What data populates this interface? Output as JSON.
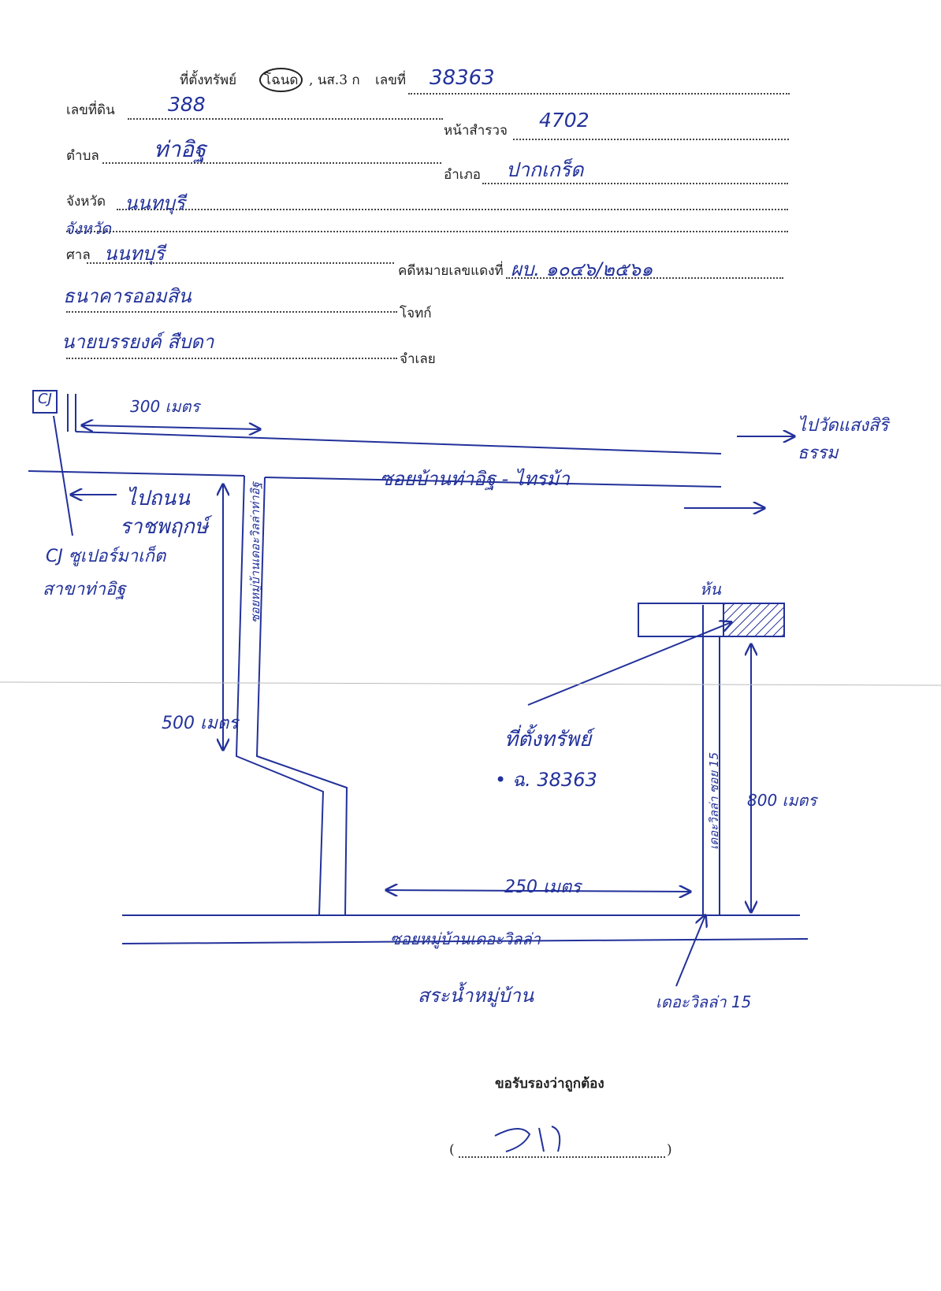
{
  "form": {
    "header_location": "ที่ตั้งทรัพย์",
    "header_deed": "โฉนด",
    "header_ns3k": ", นส.3 ก",
    "header_no": "เลขที่",
    "deed_number": "38363",
    "land_no_label": "เลขที่ดิน",
    "land_no": "388",
    "survey_page_label": "หน้าสำรวจ",
    "survey_page": "4702",
    "tambon_label": "ตำบล",
    "tambon": "ท่าอิฐ",
    "amphoe_label": "อำเภอ",
    "amphoe": "ปากเกร็ด",
    "province_label": "จังหวัด",
    "province": "นนทบุรี",
    "court_prefix": "จังหวัด",
    "court_label": "ศาล",
    "court": "นนทบุรี",
    "case_no_label": "คดีหมายเลขแดงที่",
    "case_no": "ผบ. ๑๐๔๖/๒๕๖๑",
    "plaintiff": "ธนาคารออมสิน",
    "plaintiff_label": "โจทก์",
    "defendant": "นายบรรยงค์ สืบดา",
    "defendant_label": "จำเลย"
  },
  "map": {
    "cj_top": "CJ",
    "dist_300": "300 เมตร",
    "to_wat": "ไปวัดแสงสิริธรรม",
    "soi_main": "ซอยบ้านท่าอิฐ - ไทรม้า",
    "to_ratchaphruek_1": "ไปถนน",
    "to_ratchaphruek_2": "ราชพฤกษ์",
    "cj_super": "CJ ซูเปอร์มาเก็ต",
    "cj_branch": "สาขาท่าอิฐ",
    "soi_vertical": "ซอยหมู่บ้านเดอะวิลล่าท่าอิฐ",
    "dist_500": "500 เมตร",
    "pole": "ห้น",
    "property_label": "ที่ตั้งทรัพย์",
    "property_deed": "• ฉ. 38363",
    "soi_villa15": "เดอะวิลล่า ซอย 15",
    "dist_800": "800 เมตร",
    "dist_250": "250 เมตร",
    "soi_bottom": "ซอยหมู่บ้านเดอะวิลล่า",
    "pond": "สระน้ำหมู่บ้าน",
    "villa15": "เดอะวิลล่า 15"
  },
  "footer": {
    "certify": "ขอรับรองว่าถูกต้อง",
    "paren_open": "(",
    "paren_close": ")"
  },
  "colors": {
    "ink": "#22319a",
    "print": "#222222"
  }
}
